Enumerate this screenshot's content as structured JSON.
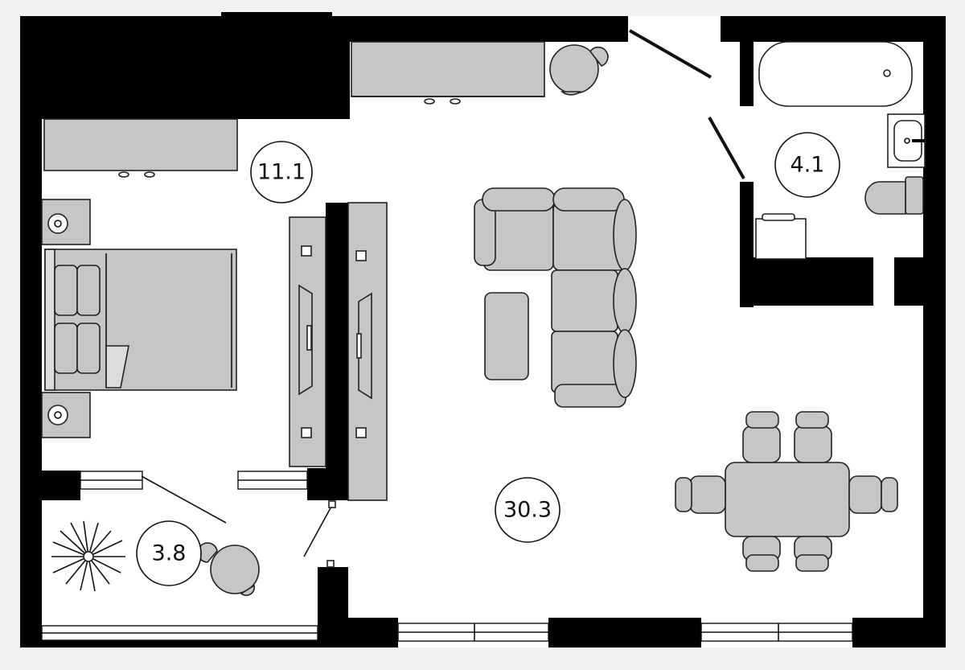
{
  "rooms": [
    {
      "id": "bedroom",
      "area": "11.1"
    },
    {
      "id": "bathroom",
      "area": "4.1"
    },
    {
      "id": "living",
      "area": "30.3"
    },
    {
      "id": "balcony",
      "area": "3.8"
    }
  ],
  "colors": {
    "wall": "#000000",
    "furniture": "#c6c6c6",
    "floor": "#ffffff",
    "background": "#f2f2f2"
  },
  "icons": [
    "plant-icon",
    "armchair-icon",
    "bathtub-icon",
    "toilet-icon",
    "sink-icon"
  ]
}
